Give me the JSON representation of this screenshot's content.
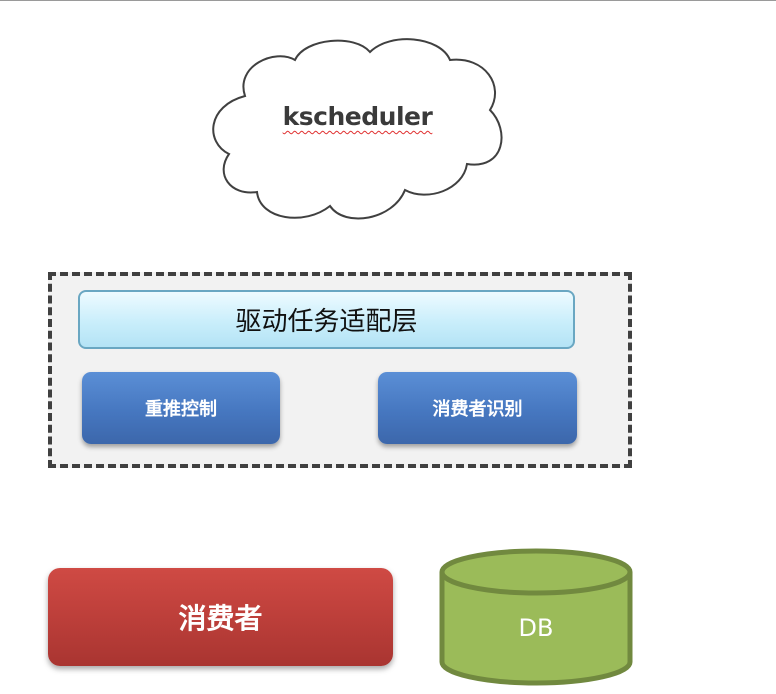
{
  "cloud": {
    "label": "kscheduler"
  },
  "adapter": {
    "layer_label": "驱动任务适配层",
    "retry_control": "重推控制",
    "consumer_identification": "消费者识别"
  },
  "consumer": {
    "label": "消费者"
  },
  "database": {
    "label": "DB"
  },
  "colors": {
    "cloud_stroke": "#404040",
    "adapter_fill": "#c9eefb",
    "blue_button": "#4677c0",
    "consumer_red": "#bd3f3a",
    "db_fill": "#9bbb59",
    "db_stroke": "#71893f"
  }
}
